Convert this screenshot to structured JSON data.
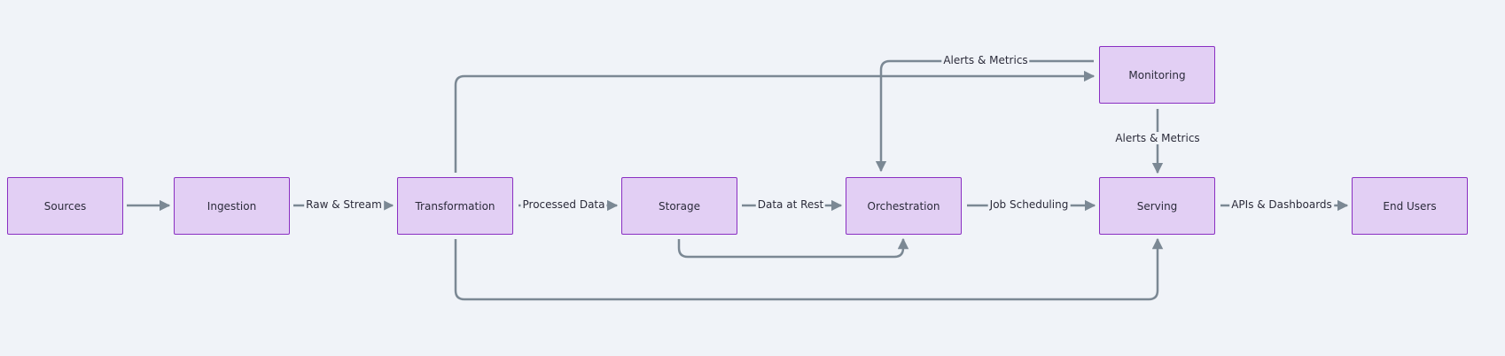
{
  "nodes": {
    "sources": "Sources",
    "ingestion": "Ingestion",
    "transformation": "Transformation",
    "storage": "Storage",
    "orchestration": "Orchestration",
    "serving": "Serving",
    "end_users": "End Users",
    "monitoring": "Monitoring"
  },
  "edge_labels": {
    "ingestion_transformation": "Raw & Stream",
    "transformation_storage": "Processed Data",
    "storage_orchestration": "Data at Rest",
    "orchestration_serving": "Job Scheduling",
    "serving_end_users": "APIs & Dashboards",
    "monitoring_orchestration": "Alerts & Metrics",
    "monitoring_serving": "Alerts & Metrics"
  },
  "colors": {
    "node_fill": "#e2cff4",
    "node_border": "#8a2fc2",
    "edge": "#7b8894",
    "background": "#f0f3f8"
  }
}
